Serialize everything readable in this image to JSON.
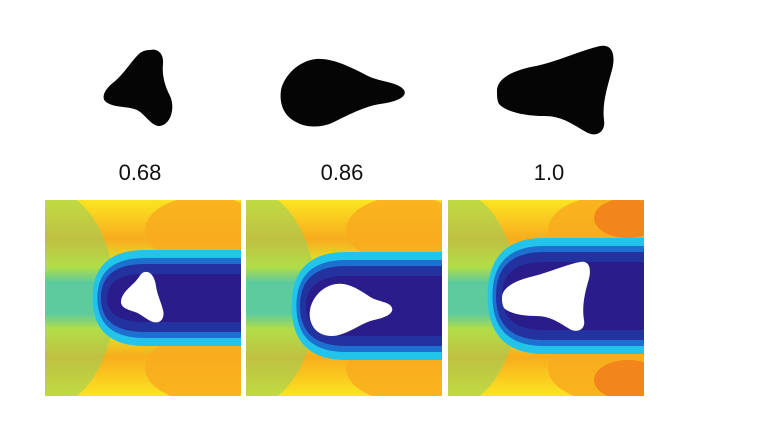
{
  "panels": [
    {
      "label": "0.68"
    },
    {
      "label": "0.86"
    },
    {
      "label": "1.0"
    }
  ],
  "colors": {
    "shape_fill": "#050505",
    "background": "#ffffff",
    "field_colormap": [
      "#2b1c8c",
      "#23329e",
      "#1d6fd0",
      "#22c4ea",
      "#90d25e",
      "#dcec2b",
      "#fbe521",
      "#f8ac1e",
      "#f07a1c"
    ]
  }
}
